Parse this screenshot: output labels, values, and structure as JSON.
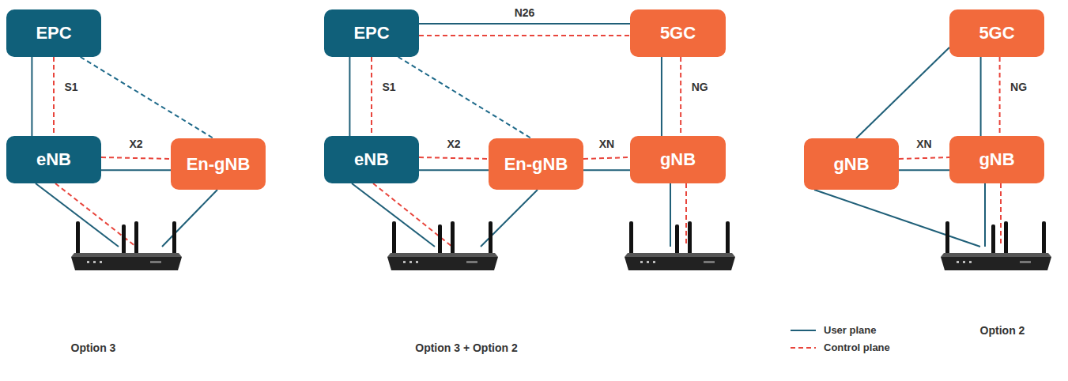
{
  "diagram": {
    "nodes": [
      {
        "text": [
          "EPC"
        ]
      },
      {
        "text": [
          "eNB"
        ]
      },
      {
        "text": [
          "En-gNB"
        ]
      },
      {
        "text": [
          "EPC"
        ]
      },
      {
        "text": [
          "5GC"
        ]
      },
      {
        "text": [
          "eNB"
        ]
      },
      {
        "text": [
          "En-gNB"
        ]
      },
      {
        "text": [
          "gNB"
        ]
      },
      {
        "text": [
          "5GC"
        ]
      },
      {
        "text": [
          "gNB"
        ]
      },
      {
        "text": [
          "gNB"
        ]
      }
    ],
    "edges": [
      {
        "from": 0,
        "to": 1,
        "arrow": "none"
      },
      {
        "from": 0,
        "to": 1,
        "label": "S1",
        "arrow": "none"
      },
      {
        "from": 0,
        "to": 2,
        "arrow": "none"
      },
      {
        "from": 1,
        "to": 2,
        "label": "X2",
        "arrow": "none"
      },
      {
        "from": 1,
        "to": 2,
        "arrow": "none"
      },
      {
        "from": 3,
        "to": 4,
        "label": "N26",
        "arrow": "none"
      },
      {
        "from": 3,
        "to": 4,
        "arrow": "none"
      },
      {
        "from": 3,
        "to": 5,
        "arrow": "none"
      },
      {
        "from": 3,
        "to": 5,
        "label": "S1",
        "arrow": "none"
      },
      {
        "from": 3,
        "to": 6,
        "arrow": "none"
      },
      {
        "from": 5,
        "to": 6,
        "label": "X2",
        "arrow": "none"
      },
      {
        "from": 5,
        "to": 6,
        "arrow": "none"
      },
      {
        "from": 6,
        "to": 7,
        "label": "XN",
        "arrow": "none"
      },
      {
        "from": 6,
        "to": 7,
        "arrow": "none"
      },
      {
        "from": 4,
        "to": 7,
        "arrow": "none"
      },
      {
        "from": 4,
        "to": 7,
        "label": "NG",
        "arrow": "none"
      },
      {
        "from": 8,
        "to": 9,
        "arrow": "none"
      },
      {
        "from": 8,
        "to": 10,
        "arrow": "none"
      },
      {
        "from": 8,
        "to": 10,
        "label": "NG",
        "arrow": "none"
      },
      {
        "from": 9,
        "to": 10,
        "label": "XN",
        "arrow": "none"
      },
      {
        "from": 9,
        "to": 10,
        "arrow": "none"
      }
    ],
    "labels": [
      "Option 3",
      "Option 3 + Option 2",
      "Option 2"
    ],
    "legend": [
      {
        "text": "User plane"
      },
      {
        "text": "Control plane"
      }
    ]
  }
}
